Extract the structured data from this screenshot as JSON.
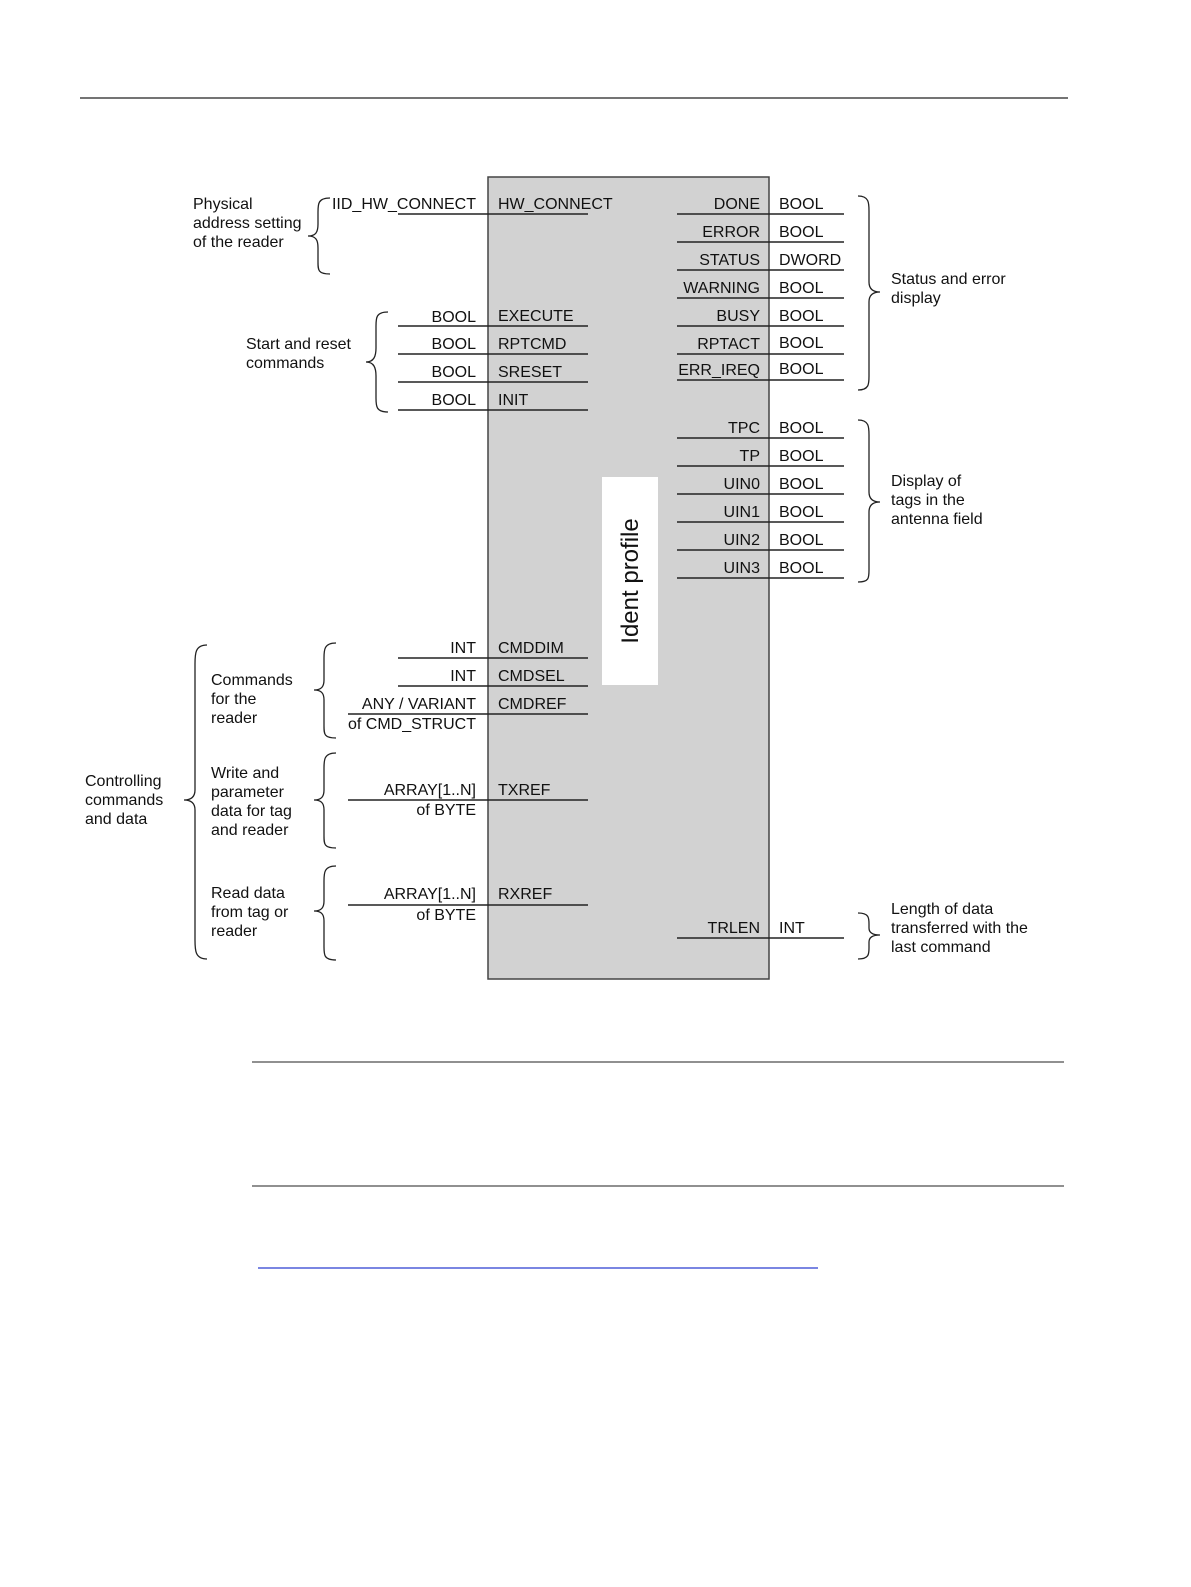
{
  "block": {
    "title": "Ident profile"
  },
  "inputs": [
    {
      "type": "IID_HW_CONNECT",
      "name": "HW_CONNECT"
    },
    {
      "type": "BOOL",
      "name": "EXECUTE"
    },
    {
      "type": "BOOL",
      "name": "RPTCMD"
    },
    {
      "type": "BOOL",
      "name": "SRESET"
    },
    {
      "type": "BOOL",
      "name": "INIT"
    },
    {
      "type": "INT",
      "name": "CMDDIM"
    },
    {
      "type": "INT",
      "name": "CMDSEL"
    },
    {
      "type": "ANY / VARIANT",
      "type2": "of CMD_STRUCT",
      "name": "CMDREF"
    },
    {
      "type": "ARRAY[1..N]",
      "type2": "of BYTE",
      "name": "TXREF"
    },
    {
      "type": "ARRAY[1..N]",
      "type2": "of BYTE",
      "name": "RXREF"
    }
  ],
  "outputs": [
    {
      "name": "DONE",
      "type": "BOOL"
    },
    {
      "name": "ERROR",
      "type": "BOOL"
    },
    {
      "name": "STATUS",
      "type": "DWORD"
    },
    {
      "name": "WARNING",
      "type": "BOOL"
    },
    {
      "name": "BUSY",
      "type": "BOOL"
    },
    {
      "name": "RPTACT",
      "type": "BOOL"
    },
    {
      "name": "ERR_IREQ",
      "type": "BOOL"
    },
    {
      "name": "TPC",
      "type": "BOOL"
    },
    {
      "name": "TP",
      "type": "BOOL"
    },
    {
      "name": "UIN0",
      "type": "BOOL"
    },
    {
      "name": "UIN1",
      "type": "BOOL"
    },
    {
      "name": "UIN2",
      "type": "BOOL"
    },
    {
      "name": "UIN3",
      "type": "BOOL"
    },
    {
      "name": "TRLEN",
      "type": "INT"
    }
  ],
  "groups": {
    "physical": [
      "Physical",
      "address setting",
      "of the reader"
    ],
    "start_reset": [
      "Start and reset",
      "commands"
    ],
    "commands_reader": [
      "Commands",
      "for the",
      "reader"
    ],
    "write_param": [
      "Write and",
      "parameter",
      "data for tag",
      "and reader"
    ],
    "read_data": [
      "Read data",
      "from tag or",
      "reader"
    ],
    "controlling": [
      "Controlling",
      "commands",
      "and data"
    ],
    "status_error": [
      "Status and error",
      "display"
    ],
    "display_tags": [
      "Display of",
      "tags in the",
      "antenna field"
    ],
    "length_data": [
      "Length of data",
      "transferred with the",
      "last command"
    ]
  }
}
